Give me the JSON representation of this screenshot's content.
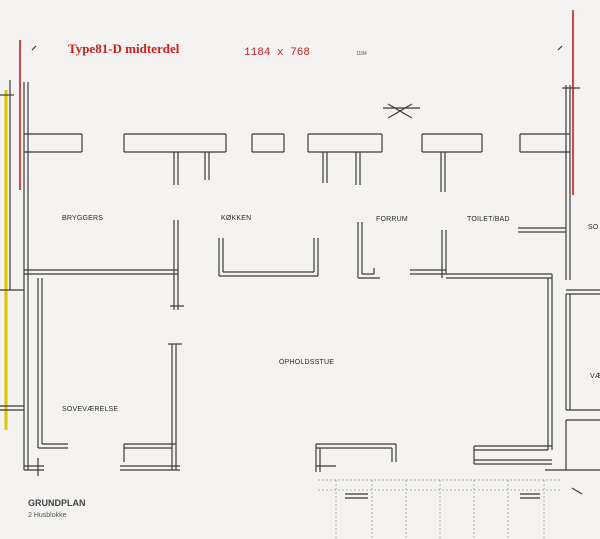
{
  "header": {
    "title": "Type81-D  midterdel",
    "dimensions": "1184 x 768",
    "small_dim": "1184"
  },
  "rooms": {
    "bryggers": "BRYGGERS",
    "kokken": "KØKKEN",
    "forrum": "FORRUM",
    "toilet_bad": "TOILET/BAD",
    "opholdsstue": "OPHOLDSSTUE",
    "sovevaerelse": "SOVEVÆRELSE",
    "edge_right_top": "SO",
    "edge_right_mid": "VÆ"
  },
  "footer": {
    "title": "GRUNDPLAN",
    "subtitle": "2 Husblokke"
  },
  "colors": {
    "annotation": "#c8201e",
    "wall": "#3a3a3a",
    "highlight": "#e2c400",
    "paper": "#f4f3f1"
  }
}
